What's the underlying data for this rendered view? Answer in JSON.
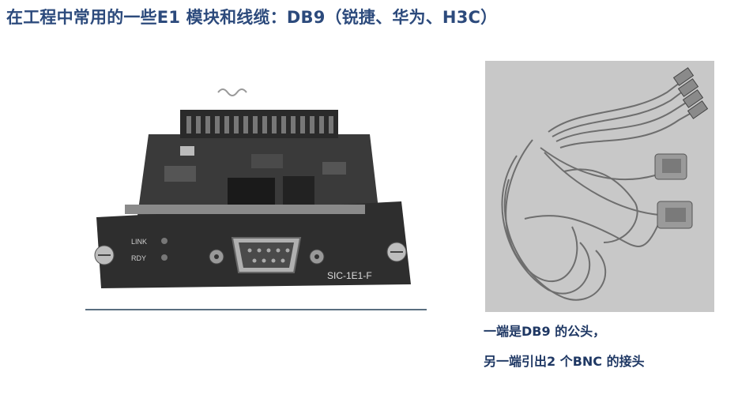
{
  "slide": {
    "title": "在工程中常用的一些E1 模块和线缆：DB9（锐捷、华为、H3C）",
    "module_image": {
      "led_labels": [
        "LINK",
        "RDY"
      ],
      "model_label": "SIC-1E1-F"
    },
    "cable_image": {},
    "caption_line1": "一端是DB9 的公头，",
    "caption_line2": "另一端引出2 个BNC 的接头"
  }
}
